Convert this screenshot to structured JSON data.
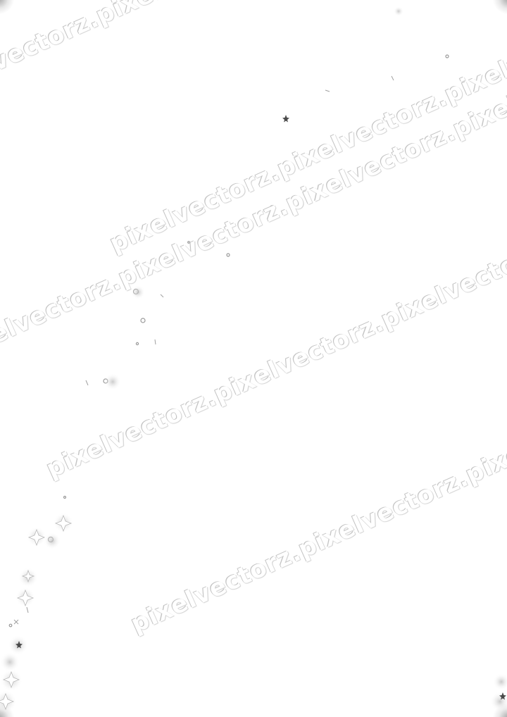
{
  "watermark": {
    "line1": ".pixelvectorz.pixelvectorz.pixelvectorz.pixelvectorz.",
    "line2": "elvectorz.pixelvectorz.pixelvectorz.pixelvectorz.pixelvectorz.",
    "line3": "pixelvectorz.pixelvectorz.pixelvectorz.pixelvectorz.",
    "line4": "pixelvectorz.pixelvectorz.pixelvectorz.pixelvectorz.",
    "line5": "pixelvectorz.pixelvectorz.pixelvectorz."
  },
  "colors": {
    "background": "#ffffff",
    "sparkle": "#9a9a9a",
    "sparkle_dark": "#4a4a4a"
  }
}
